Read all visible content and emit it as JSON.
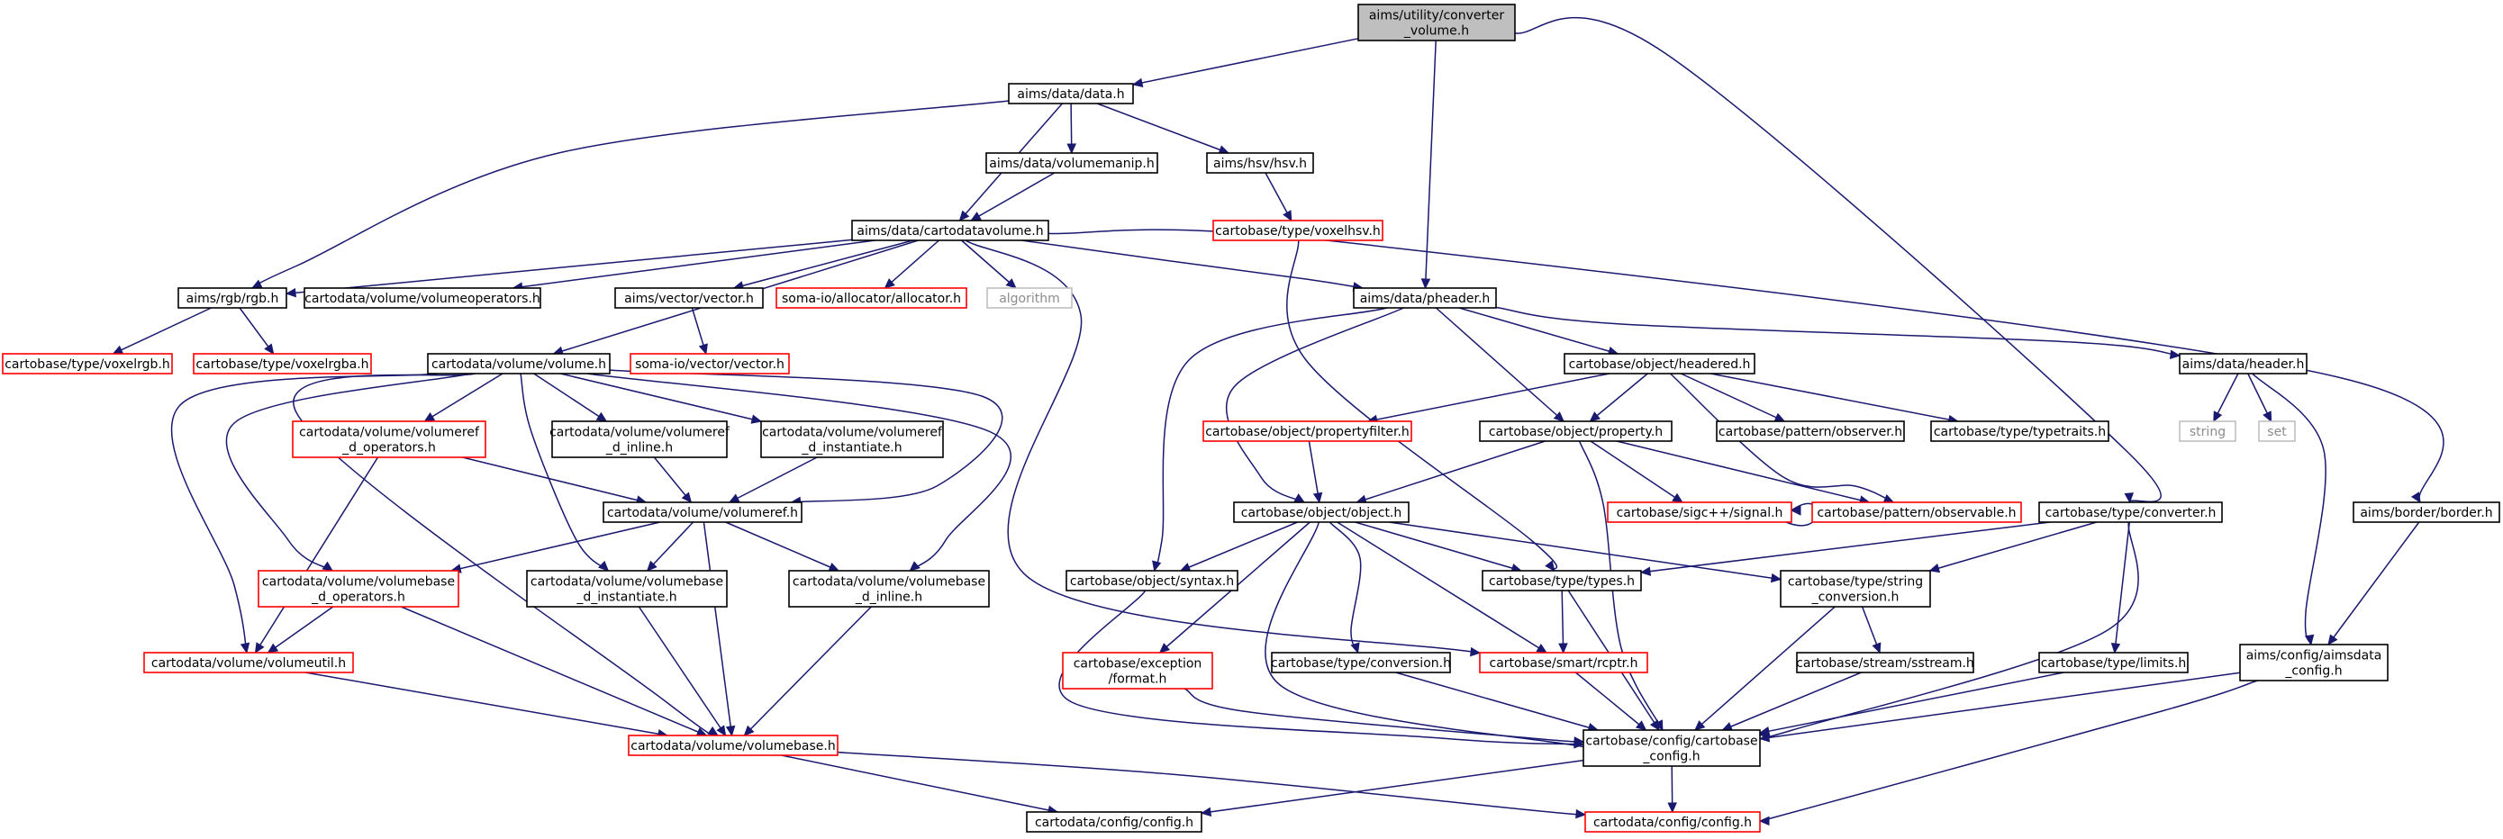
{
  "diagram": {
    "type": "include-dependency-graph",
    "colors": {
      "edge": "#191970",
      "root_fill": "#bfbfbf",
      "normal_border": "#000000",
      "truncated_border": "#ff0000",
      "external_border": "#bfbfbf",
      "external_text": "#8c8c8c"
    },
    "nodes": [
      {
        "id": "root",
        "lines": [
          "aims/utility/converter",
          "_volume.h"
        ],
        "kind": "root"
      },
      {
        "id": "data",
        "lines": [
          "aims/data/data.h"
        ],
        "kind": "normal"
      },
      {
        "id": "volmanip",
        "lines": [
          "aims/data/volumemanip.h"
        ],
        "kind": "normal"
      },
      {
        "id": "hsv",
        "lines": [
          "aims/hsv/hsv.h"
        ],
        "kind": "normal"
      },
      {
        "id": "voxelhsv",
        "lines": [
          "cartobase/type/voxelhsv.h"
        ],
        "kind": "red"
      },
      {
        "id": "cdv",
        "lines": [
          "aims/data/cartodatavolume.h"
        ],
        "kind": "normal"
      },
      {
        "id": "rgb",
        "lines": [
          "aims/rgb/rgb.h"
        ],
        "kind": "normal"
      },
      {
        "id": "volops",
        "lines": [
          "cartodata/volume/volumeoperators.h"
        ],
        "kind": "normal"
      },
      {
        "id": "vector",
        "lines": [
          "aims/vector/vector.h"
        ],
        "kind": "normal"
      },
      {
        "id": "allocator",
        "lines": [
          "soma-io/allocator/allocator.h"
        ],
        "kind": "red"
      },
      {
        "id": "algorithm",
        "lines": [
          "algorithm"
        ],
        "kind": "gray"
      },
      {
        "id": "pheader",
        "lines": [
          "aims/data/pheader.h"
        ],
        "kind": "normal"
      },
      {
        "id": "voxelrgb",
        "lines": [
          "cartobase/type/voxelrgb.h"
        ],
        "kind": "red"
      },
      {
        "id": "voxelrgba",
        "lines": [
          "cartobase/type/voxelrgba.h"
        ],
        "kind": "red"
      },
      {
        "id": "somavector",
        "lines": [
          "soma-io/vector/vector.h"
        ],
        "kind": "red"
      },
      {
        "id": "volume",
        "lines": [
          "cartodata/volume/volume.h"
        ],
        "kind": "normal"
      },
      {
        "id": "vrefops",
        "lines": [
          "cartodata/volume/volumeref",
          "_d_operators.h"
        ],
        "kind": "red"
      },
      {
        "id": "vrefinline",
        "lines": [
          "cartodata/volume/volumeref",
          "_d_inline.h"
        ],
        "kind": "normal"
      },
      {
        "id": "vrefinst",
        "lines": [
          "cartodata/volume/volumeref",
          "_d_instantiate.h"
        ],
        "kind": "normal"
      },
      {
        "id": "volumeref",
        "lines": [
          "cartodata/volume/volumeref.h"
        ],
        "kind": "normal"
      },
      {
        "id": "vbops",
        "lines": [
          "cartodata/volume/volumebase",
          "_d_operators.h"
        ],
        "kind": "red"
      },
      {
        "id": "vbinst",
        "lines": [
          "cartodata/volume/volumebase",
          "_d_instantiate.h"
        ],
        "kind": "normal"
      },
      {
        "id": "vbinline",
        "lines": [
          "cartodata/volume/volumebase",
          "_d_inline.h"
        ],
        "kind": "normal"
      },
      {
        "id": "volutil",
        "lines": [
          "cartodata/volume/volumeutil.h"
        ],
        "kind": "red"
      },
      {
        "id": "volbase",
        "lines": [
          "cartodata/volume/volumebase.h"
        ],
        "kind": "red"
      },
      {
        "id": "cdconfig",
        "lines": [
          "cartodata/config/config.h"
        ],
        "kind": "normal"
      },
      {
        "id": "cdconfig2",
        "lines": [
          "cartodata/config/config.h"
        ],
        "kind": "red"
      },
      {
        "id": "headered",
        "lines": [
          "cartobase/object/headered.h"
        ],
        "kind": "normal"
      },
      {
        "id": "propfilter",
        "lines": [
          "cartobase/object/propertyfilter.h"
        ],
        "kind": "red"
      },
      {
        "id": "property",
        "lines": [
          "cartobase/object/property.h"
        ],
        "kind": "normal"
      },
      {
        "id": "observer",
        "lines": [
          "cartobase/pattern/observer.h"
        ],
        "kind": "normal"
      },
      {
        "id": "typetraits",
        "lines": [
          "cartobase/type/typetraits.h"
        ],
        "kind": "normal"
      },
      {
        "id": "header",
        "lines": [
          "aims/data/header.h"
        ],
        "kind": "normal"
      },
      {
        "id": "string",
        "lines": [
          "string"
        ],
        "kind": "gray"
      },
      {
        "id": "set",
        "lines": [
          "set"
        ],
        "kind": "gray"
      },
      {
        "id": "object",
        "lines": [
          "cartobase/object/object.h"
        ],
        "kind": "normal"
      },
      {
        "id": "signal",
        "lines": [
          "cartobase/sigc++/signal.h"
        ],
        "kind": "red"
      },
      {
        "id": "observable",
        "lines": [
          "cartobase/pattern/observable.h"
        ],
        "kind": "red"
      },
      {
        "id": "converter",
        "lines": [
          "cartobase/type/converter.h"
        ],
        "kind": "normal"
      },
      {
        "id": "border",
        "lines": [
          "aims/border/border.h"
        ],
        "kind": "normal"
      },
      {
        "id": "syntax",
        "lines": [
          "cartobase/object/syntax.h"
        ],
        "kind": "normal"
      },
      {
        "id": "types",
        "lines": [
          "cartobase/type/types.h"
        ],
        "kind": "normal"
      },
      {
        "id": "strconv",
        "lines": [
          "cartobase/type/string",
          "_conversion.h"
        ],
        "kind": "normal"
      },
      {
        "id": "excfmt",
        "lines": [
          "cartobase/exception",
          "/format.h"
        ],
        "kind": "red"
      },
      {
        "id": "typeconv",
        "lines": [
          "cartobase/type/conversion.h"
        ],
        "kind": "normal"
      },
      {
        "id": "rcptr",
        "lines": [
          "cartobase/smart/rcptr.h"
        ],
        "kind": "red"
      },
      {
        "id": "sstream",
        "lines": [
          "cartobase/stream/sstream.h"
        ],
        "kind": "normal"
      },
      {
        "id": "limits",
        "lines": [
          "cartobase/type/limits.h"
        ],
        "kind": "normal"
      },
      {
        "id": "aimsdata",
        "lines": [
          "aims/config/aimsdata",
          "_config.h"
        ],
        "kind": "normal"
      },
      {
        "id": "cbconfig",
        "lines": [
          "cartobase/config/cartobase",
          "_config.h"
        ],
        "kind": "normal"
      }
    ],
    "edges": [
      [
        "root",
        "data"
      ],
      [
        "root",
        "pheader"
      ],
      [
        "root",
        "converter"
      ],
      [
        "data",
        "volmanip"
      ],
      [
        "data",
        "hsv"
      ],
      [
        "data",
        "cdv"
      ],
      [
        "data",
        "rgb"
      ],
      [
        "volmanip",
        "cdv"
      ],
      [
        "hsv",
        "voxelhsv"
      ],
      [
        "voxelhsv",
        "types"
      ],
      [
        "cdv",
        "rgb"
      ],
      [
        "cdv",
        "volops"
      ],
      [
        "cdv",
        "vector"
      ],
      [
        "cdv",
        "allocator"
      ],
      [
        "cdv",
        "algorithm"
      ],
      [
        "cdv",
        "pheader"
      ],
      [
        "cdv",
        "volume"
      ],
      [
        "cdv",
        "border"
      ],
      [
        "cdv",
        "rcptr"
      ],
      [
        "rgb",
        "voxelrgb"
      ],
      [
        "rgb",
        "voxelrgba"
      ],
      [
        "vector",
        "somavector"
      ],
      [
        "volume",
        "vrefops"
      ],
      [
        "volume",
        "vrefinline"
      ],
      [
        "volume",
        "vrefinst"
      ],
      [
        "volume",
        "volumeref"
      ],
      [
        "volume",
        "vbops"
      ],
      [
        "volume",
        "vbinst"
      ],
      [
        "volume",
        "vbinline"
      ],
      [
        "volume",
        "volutil"
      ],
      [
        "volume",
        "volbase"
      ],
      [
        "vrefops",
        "volumeref"
      ],
      [
        "vrefops",
        "volutil"
      ],
      [
        "vrefinline",
        "volumeref"
      ],
      [
        "vrefinst",
        "volumeref"
      ],
      [
        "volumeref",
        "vbops"
      ],
      [
        "volumeref",
        "vbinst"
      ],
      [
        "volumeref",
        "vbinline"
      ],
      [
        "volumeref",
        "volbase"
      ],
      [
        "vbops",
        "volutil"
      ],
      [
        "vbops",
        "volbase"
      ],
      [
        "vbinst",
        "volbase"
      ],
      [
        "vbinline",
        "volbase"
      ],
      [
        "volutil",
        "volbase"
      ],
      [
        "volbase",
        "cdconfig"
      ],
      [
        "volbase",
        "cdconfig2"
      ],
      [
        "pheader",
        "headered"
      ],
      [
        "pheader",
        "property"
      ],
      [
        "pheader",
        "header"
      ],
      [
        "pheader",
        "object"
      ],
      [
        "pheader",
        "syntax"
      ],
      [
        "headered",
        "propfilter"
      ],
      [
        "headered",
        "property"
      ],
      [
        "headered",
        "observer"
      ],
      [
        "headered",
        "typetraits"
      ],
      [
        "headered",
        "observable"
      ],
      [
        "propfilter",
        "object"
      ],
      [
        "property",
        "object"
      ],
      [
        "property",
        "signal"
      ],
      [
        "property",
        "observable"
      ],
      [
        "property",
        "cbconfig"
      ],
      [
        "signal",
        "signal"
      ],
      [
        "header",
        "string"
      ],
      [
        "header",
        "set"
      ],
      [
        "header",
        "aimsdata"
      ],
      [
        "object",
        "syntax"
      ],
      [
        "object",
        "types"
      ],
      [
        "object",
        "strconv"
      ],
      [
        "object",
        "excfmt"
      ],
      [
        "object",
        "typeconv"
      ],
      [
        "object",
        "rcptr"
      ],
      [
        "object",
        "cbconfig"
      ],
      [
        "converter",
        "types"
      ],
      [
        "converter",
        "strconv"
      ],
      [
        "converter",
        "limits"
      ],
      [
        "converter",
        "cbconfig"
      ],
      [
        "border",
        "aimsdata"
      ],
      [
        "syntax",
        "cbconfig"
      ],
      [
        "types",
        "rcptr"
      ],
      [
        "types",
        "cbconfig"
      ],
      [
        "strconv",
        "sstream"
      ],
      [
        "strconv",
        "cbconfig"
      ],
      [
        "excfmt",
        "cbconfig"
      ],
      [
        "typeconv",
        "cbconfig"
      ],
      [
        "rcptr",
        "cbconfig"
      ],
      [
        "sstream",
        "cbconfig"
      ],
      [
        "limits",
        "cbconfig"
      ],
      [
        "aimsdata",
        "cbconfig"
      ],
      [
        "aimsdata",
        "cdconfig2"
      ],
      [
        "cbconfig",
        "cdconfig"
      ],
      [
        "cbconfig",
        "cdconfig2"
      ]
    ]
  }
}
